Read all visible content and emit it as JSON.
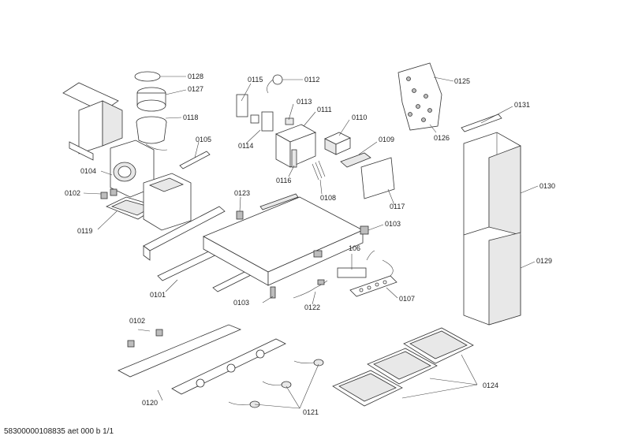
{
  "labels": {
    "l0128": "0128",
    "l0127": "0127",
    "l0118": "0118",
    "l0105": "0105",
    "l0104": "0104",
    "l0102a": "0102",
    "l0119": "0119",
    "l0115": "0115",
    "l0112": "0112",
    "l0113": "0113",
    "l0111": "0111",
    "l0110": "0110",
    "l0114": "0114",
    "l0109": "0109",
    "l0116": "0116",
    "l0108": "0108",
    "l0117": "0117",
    "l0123": "0123",
    "l0103a": "0103",
    "l0103b": "0103",
    "l106": "106",
    "l0107": "0107",
    "l0122": "0122",
    "l0101": "0101",
    "l0125": "0125",
    "l0126": "0126",
    "l0131": "0131",
    "l0130": "0130",
    "l0129": "0129",
    "l0102b": "0102",
    "l0120": "0120",
    "l0121": "0121",
    "l0124": "0124"
  },
  "footer": "58300000108835 aet 000 b 1/1"
}
